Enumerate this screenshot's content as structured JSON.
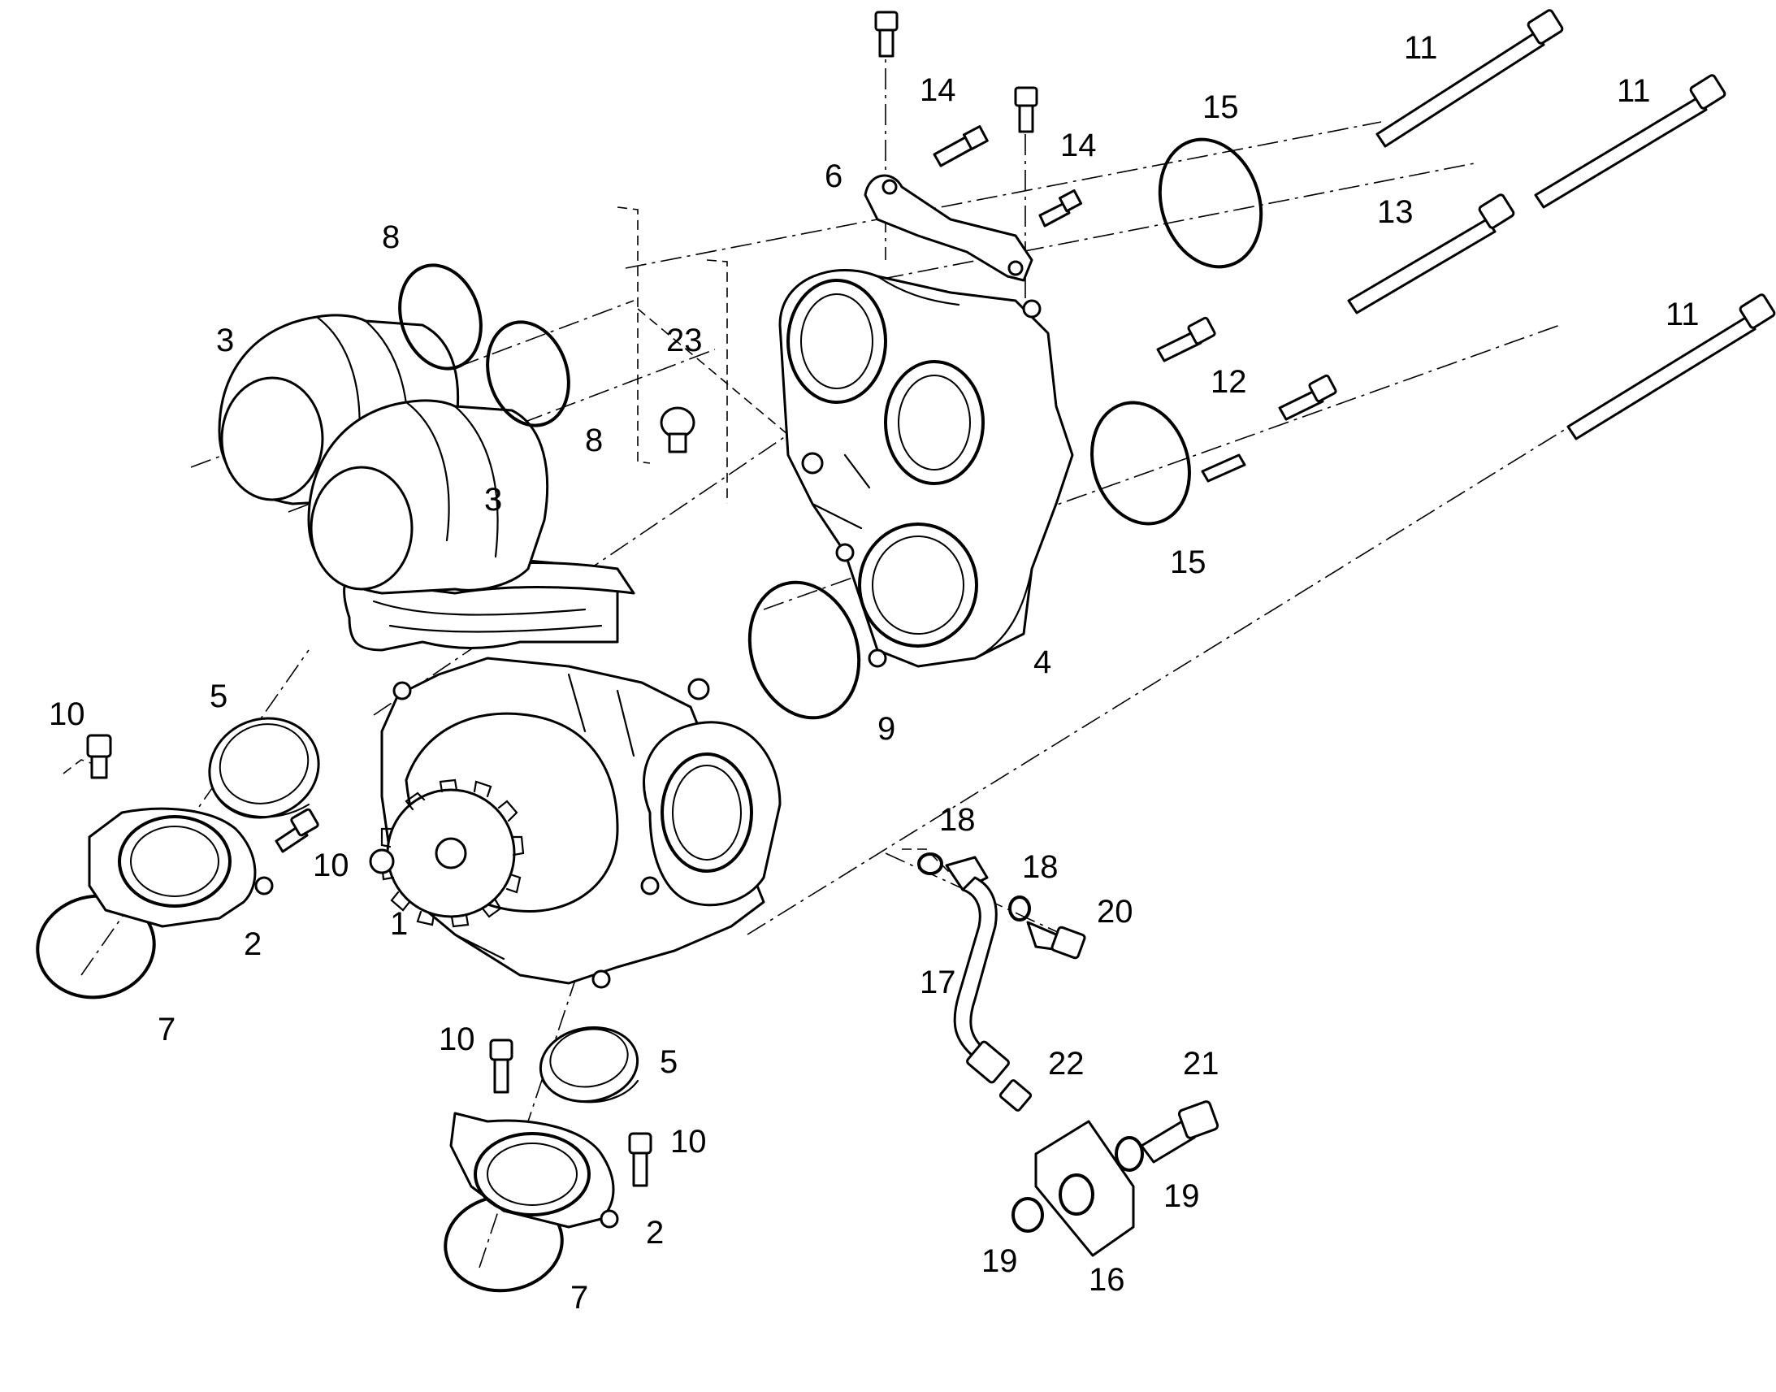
{
  "diagram": {
    "callouts": {
      "c1": "1",
      "c2a": "2",
      "c2b": "2",
      "c3a": "3",
      "c3b": "3",
      "c4": "4",
      "c5a": "5",
      "c5b": "5",
      "c6": "6",
      "c7a": "7",
      "c7b": "7",
      "c8a": "8",
      "c8b": "8",
      "c9": "9",
      "c10a": "10",
      "c10b": "10",
      "c10c": "10",
      "c10d": "10",
      "c11a": "11",
      "c11b": "11",
      "c11c": "11",
      "c12": "12",
      "c13": "13",
      "c14a": "14",
      "c14b": "14",
      "c15a": "15",
      "c15b": "15",
      "c16": "16",
      "c17": "17",
      "c18a": "18",
      "c18b": "18",
      "c19a": "19",
      "c19b": "19",
      "c20": "20",
      "c21": "21",
      "c22": "22",
      "c23": "23"
    }
  }
}
